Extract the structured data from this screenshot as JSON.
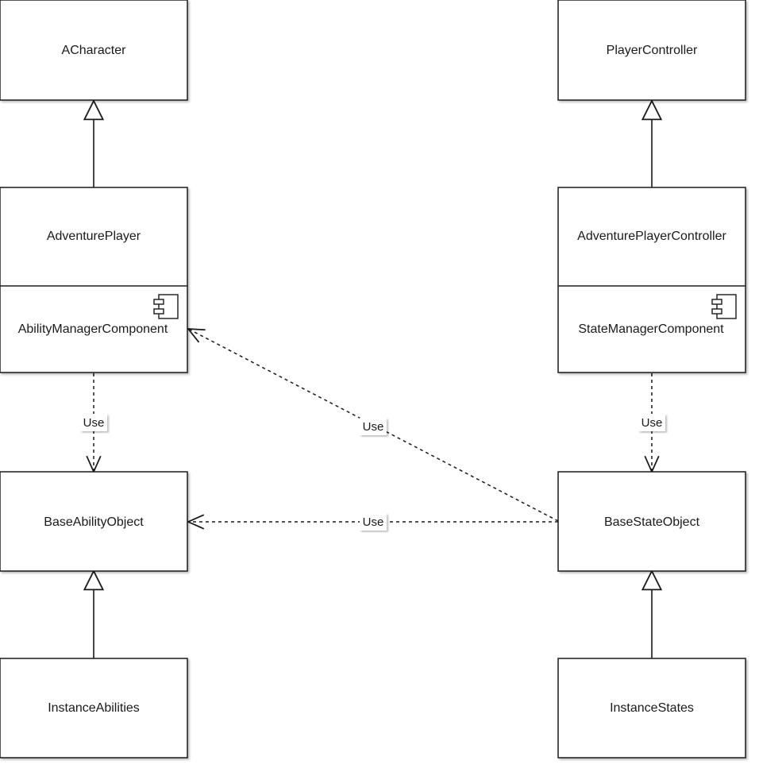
{
  "diagram": {
    "nodes": {
      "acharacter": "ACharacter",
      "playercontroller": "PlayerController",
      "adventureplayer": "AdventurePlayer",
      "abilitymanagercomponent": "AbilityManagerComponent",
      "adventureplayercontroller": "AdventurePlayerController",
      "statemanagercomponent": "StateManagerComponent",
      "baseabilityobject": "BaseAbilityObject",
      "basestateobject": "BaseStateObject",
      "instanceabilities": "InstanceAbilities",
      "instancestates": "InstanceStates"
    },
    "edges": {
      "ability_use": "Use",
      "state_use": "Use",
      "state_to_abilitymanager": "Use",
      "state_to_baseability": "Use"
    },
    "icons": {
      "component": "component-icon",
      "inheritance": "hollow-triangle-arrow",
      "dependency": "open-arrow"
    },
    "colors": {
      "stroke": "#1a1a1a",
      "fill": "#ffffff"
    }
  }
}
